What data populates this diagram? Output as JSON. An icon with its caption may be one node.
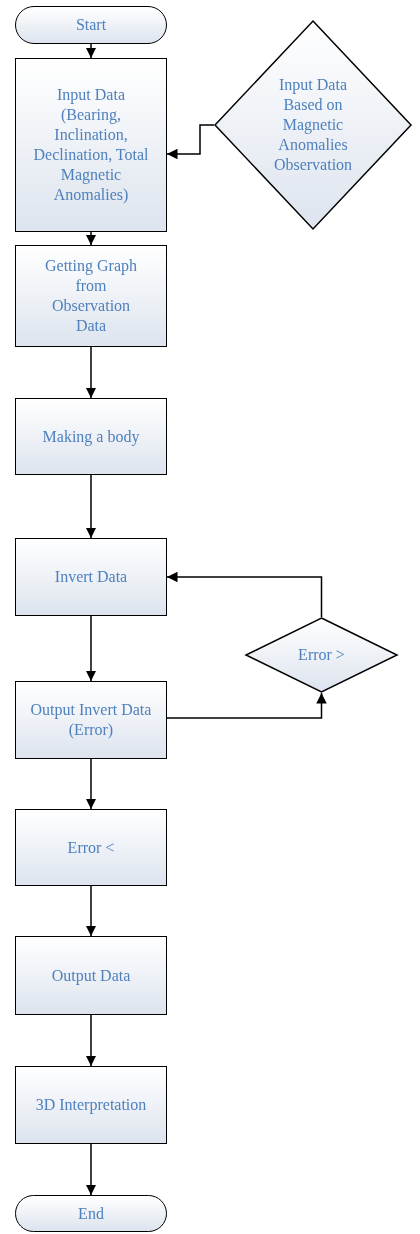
{
  "diagram": {
    "nodes": [
      {
        "text": [
          "Start"
        ]
      },
      {
        "text": [
          "Input Data (Bearing, Inclination, Declination, Total Magnetic Anomalies)"
        ]
      },
      {
        "text": [
          "Input Data Based on Magnetic Anomalies Observation"
        ]
      },
      {
        "text": [
          "Getting Graph from Observation Data"
        ]
      },
      {
        "text": [
          "Making a body"
        ]
      },
      {
        "text": [
          "Invert Data"
        ]
      },
      {
        "text": [
          "Error >"
        ]
      },
      {
        "text": [
          "Output Invert Data (Error)"
        ]
      },
      {
        "text": [
          "Error <"
        ]
      },
      {
        "text": [
          "Output Data"
        ]
      },
      {
        "text": [
          "3D Interpretation"
        ]
      },
      {
        "text": [
          "End"
        ]
      }
    ],
    "edges": [
      {
        "from": 0,
        "to": 1,
        "arrow": "to"
      },
      {
        "from": 2,
        "to": 1,
        "arrow": "to"
      },
      {
        "from": 1,
        "to": 3,
        "arrow": "to"
      },
      {
        "from": 3,
        "to": 4,
        "arrow": "to"
      },
      {
        "from": 4,
        "to": 5,
        "arrow": "to"
      },
      {
        "from": 5,
        "to": 7,
        "arrow": "to"
      },
      {
        "from": 7,
        "to": 6,
        "arrow": "to"
      },
      {
        "from": 6,
        "to": 5,
        "arrow": "to"
      },
      {
        "from": 7,
        "to": 8,
        "arrow": "to"
      },
      {
        "from": 8,
        "to": 9,
        "arrow": "to"
      },
      {
        "from": 9,
        "to": 10,
        "arrow": "to"
      },
      {
        "from": 10,
        "to": 11,
        "arrow": "to"
      }
    ]
  }
}
